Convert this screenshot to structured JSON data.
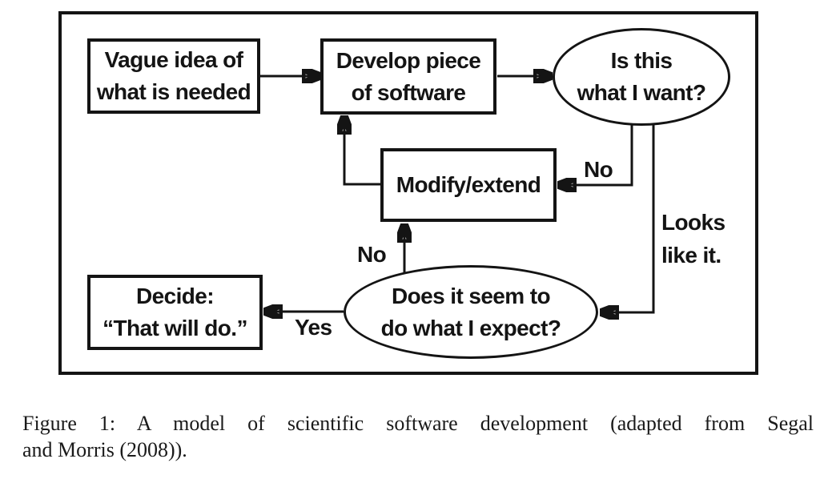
{
  "figure": {
    "nodes": {
      "vague": {
        "line1": "Vague idea of",
        "line2": "what is needed"
      },
      "develop": {
        "line1": "Develop piece",
        "line2": "of software"
      },
      "is_this": {
        "line1": "Is this",
        "line2": "what I want?"
      },
      "modify": {
        "line1": "Modify/extend"
      },
      "does_it": {
        "line1": "Does it seem to",
        "line2": "do what I expect?"
      },
      "decide": {
        "line1": "Decide:",
        "line2": "“That will do.”"
      }
    },
    "edge_labels": {
      "no_upper": "No",
      "looks_line1": "Looks",
      "looks_line2": "like it.",
      "no_lower": "No",
      "yes": "Yes"
    },
    "colors": {
      "ink": "#141414",
      "background": "#ffffff"
    }
  },
  "caption": {
    "line1": "Figure 1: A model of scientific software development (adapted from Segal",
    "line2": "and Morris (2008))."
  }
}
